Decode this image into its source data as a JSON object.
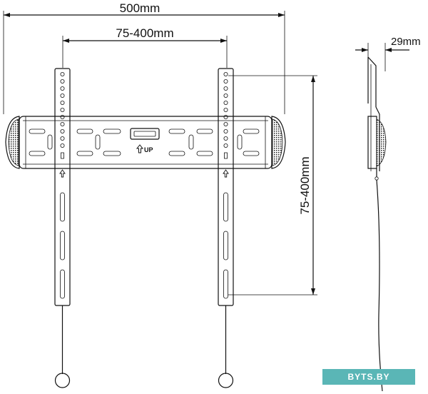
{
  "dimensions": {
    "overall_width": "500mm",
    "hole_spacing_horizontal": "75-400mm",
    "hole_spacing_vertical": "75-400mm",
    "wall_depth": "29mm"
  },
  "bracket": {
    "up_label": "UP"
  },
  "watermark": {
    "text": "BYTS.BY"
  }
}
